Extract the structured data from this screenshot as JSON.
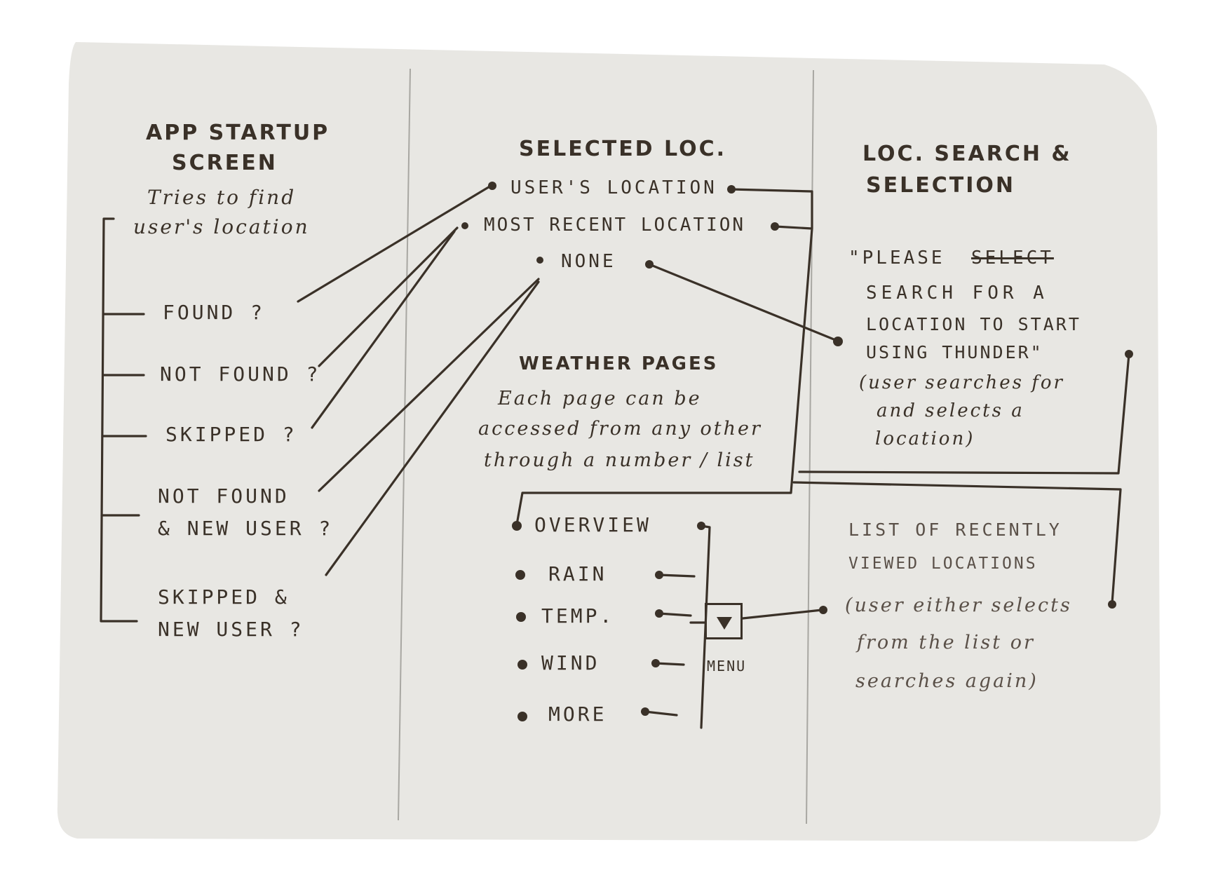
{
  "columns": {
    "startup": {
      "title_line1": "APP STARTUP",
      "title_line2": "SCREEN",
      "desc_line1": "Tries to find",
      "desc_line2": "user's location",
      "items": [
        {
          "line1": "FOUND ?",
          "line2": ""
        },
        {
          "line1": "NOT FOUND ?",
          "line2": ""
        },
        {
          "line1": "SKIPPED ?",
          "line2": ""
        },
        {
          "line1": "NOT FOUND",
          "line2": "& NEW USER ?"
        },
        {
          "line1": "SKIPPED &",
          "line2": "NEW USER ?"
        }
      ]
    },
    "selected": {
      "title": "SELECTED LOC.",
      "options": [
        "USER'S LOCATION",
        "MOST RECENT LOCATION",
        "NONE"
      ],
      "weather_title": "WEATHER PAGES",
      "weather_desc": [
        "Each page can be",
        "accessed from any other",
        "through a number / list"
      ],
      "pages": [
        "OVERVIEW",
        "RAIN",
        "TEMP.",
        "WIND",
        "MORE"
      ],
      "menu_label": "MENU"
    },
    "search": {
      "title_line1": "LOC. SEARCH &",
      "title_line2": "SELECTION",
      "prompt_line1_a": "\"PLEASE",
      "prompt_line1_struck": "SELECT",
      "prompt_line2": "SEARCH FOR A",
      "prompt_line3": "LOCATION TO START",
      "prompt_line4": "USING THUNDER\"",
      "note": [
        "(user searches for",
        "and selects a",
        "location)"
      ],
      "recent_title": [
        "LIST OF RECENTLY",
        "VIEWED LOCATIONS"
      ],
      "recent_note": [
        "(user either selects",
        "from the list or",
        "searches again)"
      ]
    }
  }
}
